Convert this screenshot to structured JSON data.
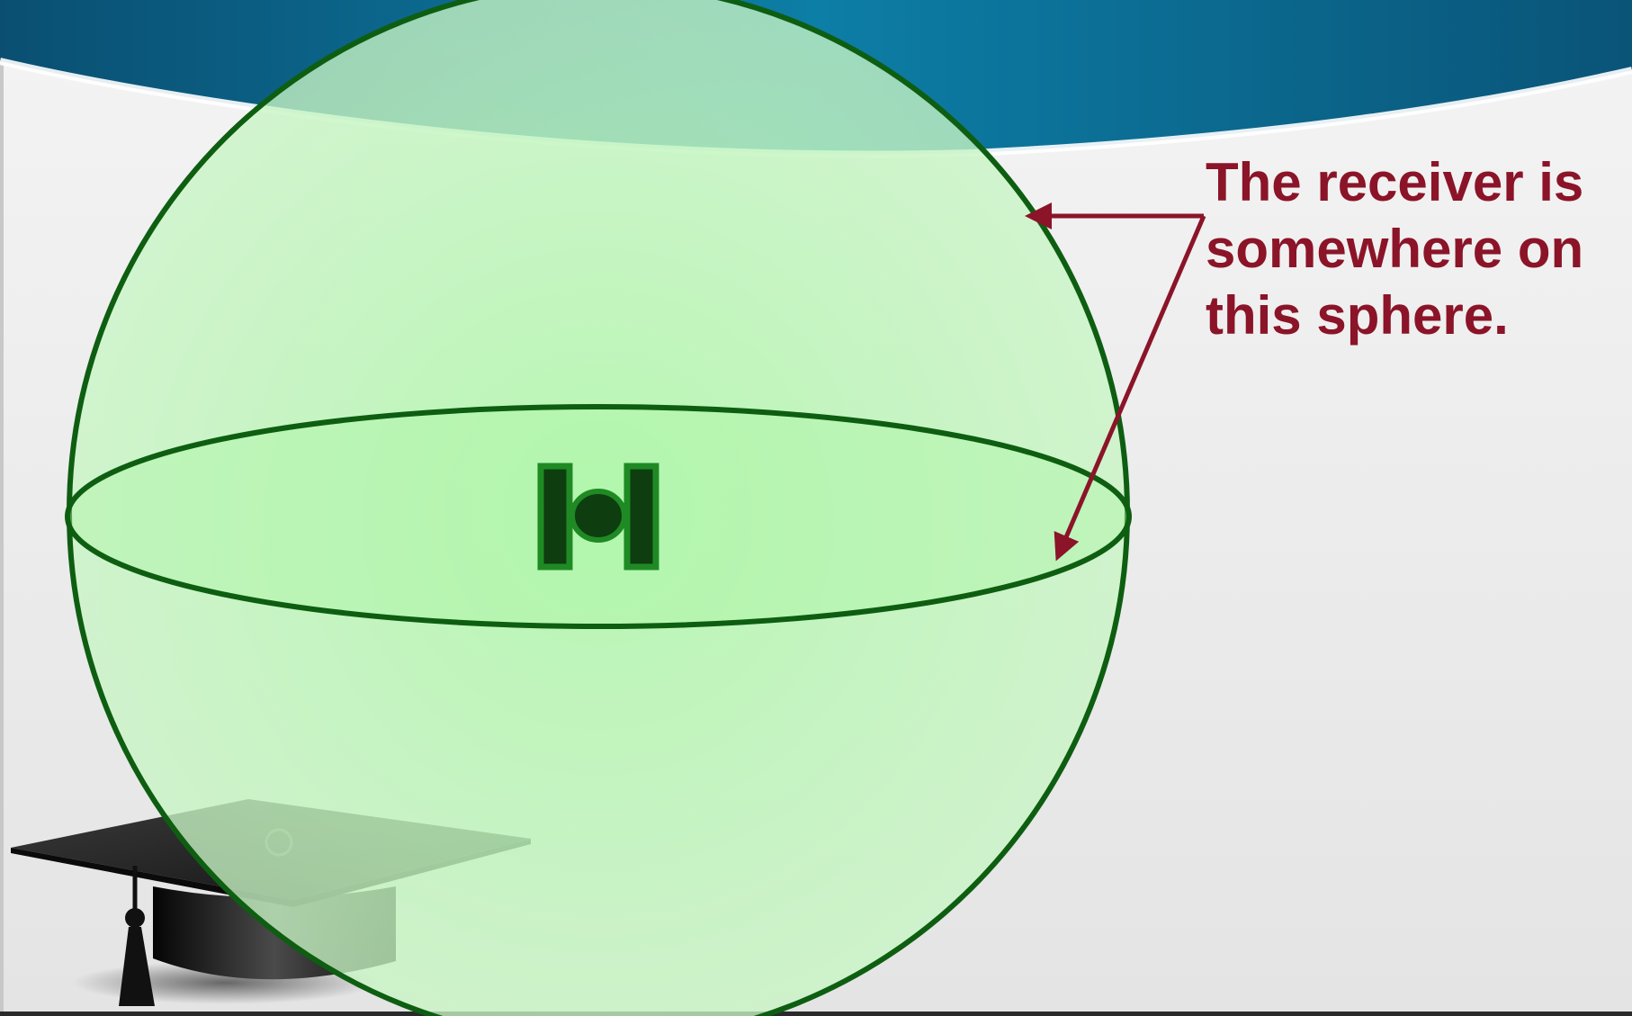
{
  "slide": {
    "caption_lines": [
      "The receiver is",
      "somewhere on",
      "this sphere."
    ]
  },
  "colors": {
    "header_blue": "#0a5f86",
    "header_blue_light": "#0d7ea6",
    "background_gray": "#eaeaea",
    "sphere_fill": "#b8f5b6",
    "sphere_outline": "#0e5e12",
    "satellite": "#0e3d10",
    "caption_and_arrows": "#8b1428",
    "grad_cap": "#1c1c1c"
  },
  "icons": {
    "satellite": "satellite-icon",
    "graduation_cap": "graduation-cap-icon"
  }
}
